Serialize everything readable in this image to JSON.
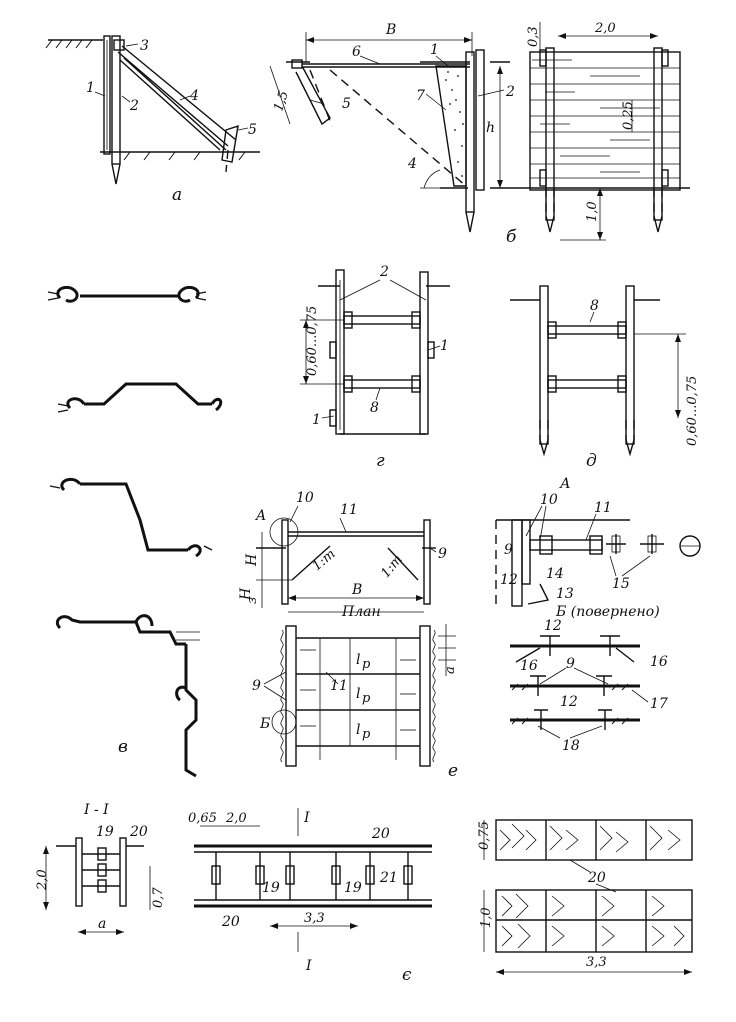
{
  "figure": {
    "a": {
      "caption": "а",
      "callouts": [
        "1",
        "2",
        "3",
        "4",
        "5"
      ]
    },
    "b": {
      "caption": "б",
      "callouts": [
        "1",
        "2",
        "5",
        "6",
        "7",
        "4"
      ],
      "dims": {
        "width": "B",
        "height": "h",
        "slope": "1,5",
        "top_gap": "0,3",
        "span": "2,0",
        "board": "0,25",
        "embed": "1,0"
      }
    },
    "v": {
      "caption": "в"
    },
    "g": {
      "caption": "г",
      "callouts": [
        "2",
        "1",
        "1",
        "8"
      ],
      "dims": {
        "spacing": "0,60...0,75"
      }
    },
    "d": {
      "caption": "д",
      "callouts": [
        "8"
      ],
      "dims": {
        "spacing": "0,60...0,75"
      }
    },
    "e": {
      "caption": "е",
      "callouts": [
        "A",
        "10",
        "11",
        "9",
        "9",
        "11"
      ],
      "slopes": [
        "1:m",
        "1:m"
      ],
      "dims": {
        "H": "H",
        "H3": "H",
        "H3_sub": "з",
        "B": "B",
        "lp": "l",
        "lp_sub": "p",
        "a": "a"
      },
      "plan_title": "План",
      "detail_A": {
        "title": "А",
        "callouts": [
          "10",
          "11",
          "9",
          "12",
          "14",
          "13",
          "15"
        ]
      },
      "detail_B": {
        "title": "Б (повернено)",
        "callouts": [
          "12",
          "16",
          "9",
          "16",
          "17",
          "12",
          "18"
        ]
      },
      "mark_B": "Б"
    },
    "ye": {
      "caption": "є",
      "section_title": "І - І",
      "section_mark": "І",
      "callouts": [
        "19",
        "20",
        "20",
        "19",
        "19",
        "21",
        "20",
        "20"
      ],
      "dims": {
        "h": "2,0",
        "a": "a",
        "p": "0,7",
        "gap": "0,65",
        "span": "2,0",
        "step": "3,3",
        "r1": "0,75",
        "r2": "1,0",
        "total": "3,3"
      }
    }
  }
}
